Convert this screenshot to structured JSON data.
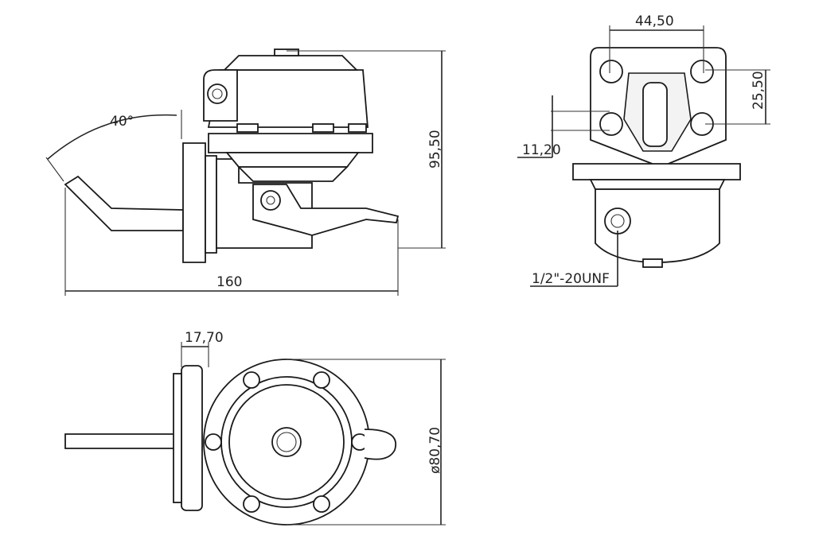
{
  "drawing": {
    "dimensions": {
      "lever_angle": "40°",
      "height": "95,50",
      "overall_length": "160",
      "flange_spacing": "44,50",
      "hole_spacing": "25,50",
      "offset": "11,20",
      "thread": "1/2\"-20UNF",
      "flange_thickness": "17,70",
      "diameter": "ø80,70"
    },
    "line_color": "#222222"
  }
}
